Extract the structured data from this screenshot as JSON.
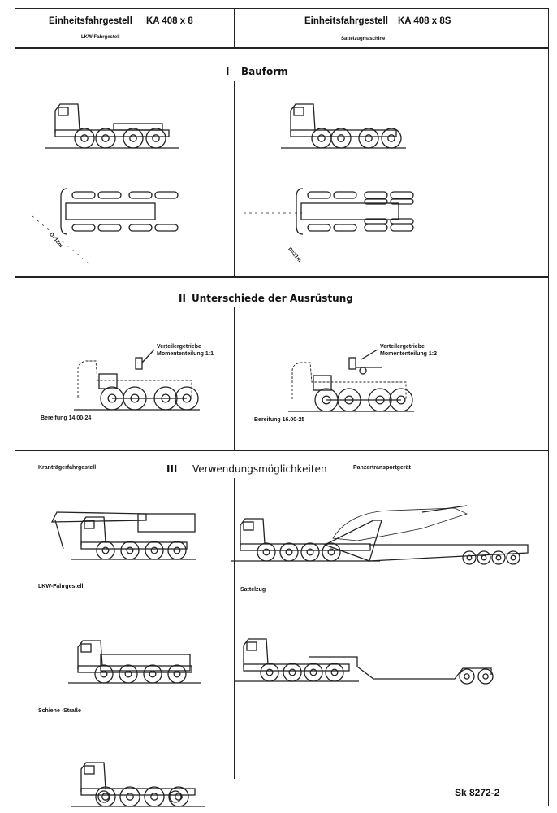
{
  "header": {
    "left": {
      "title": "Einheitsfahrgestell",
      "model": "KA 408 x 8",
      "subtitle": "LKW-Fahrgestell"
    },
    "right": {
      "title": "Einheitsfahrgestell",
      "model": "KA 408 x 8S",
      "subtitle": "Sattelzugmaschine"
    }
  },
  "sections": {
    "bauform": {
      "numeral": "I",
      "title": "Bauform",
      "left_turning_diameter": "D=18m",
      "right_turning_diameter": "D=21m"
    },
    "ausruestung": {
      "numeral": "II",
      "title": "Unterschiede der Ausrüstung",
      "left": {
        "gearbox_line1": "Verteilergetriebe",
        "gearbox_line2": "Momententeilung 1:1",
        "tires": "Bereifung 14.00-24"
      },
      "right": {
        "gearbox_line1": "Verteilergetriebe",
        "gearbox_line2": "Momententeilung 1:2",
        "tires": "Bereifung 16.00-25"
      }
    },
    "verwendung": {
      "numeral": "III",
      "title": "Verwendungsmöglichkeiten",
      "left_items": [
        "Kranträgerfahrgestell",
        "LKW-Fahrgestell",
        "Schiene -Straße"
      ],
      "right_items": [
        "Panzertransportgerät",
        "Sattelzug"
      ]
    }
  },
  "drawing_number": "Sk 8272-2"
}
